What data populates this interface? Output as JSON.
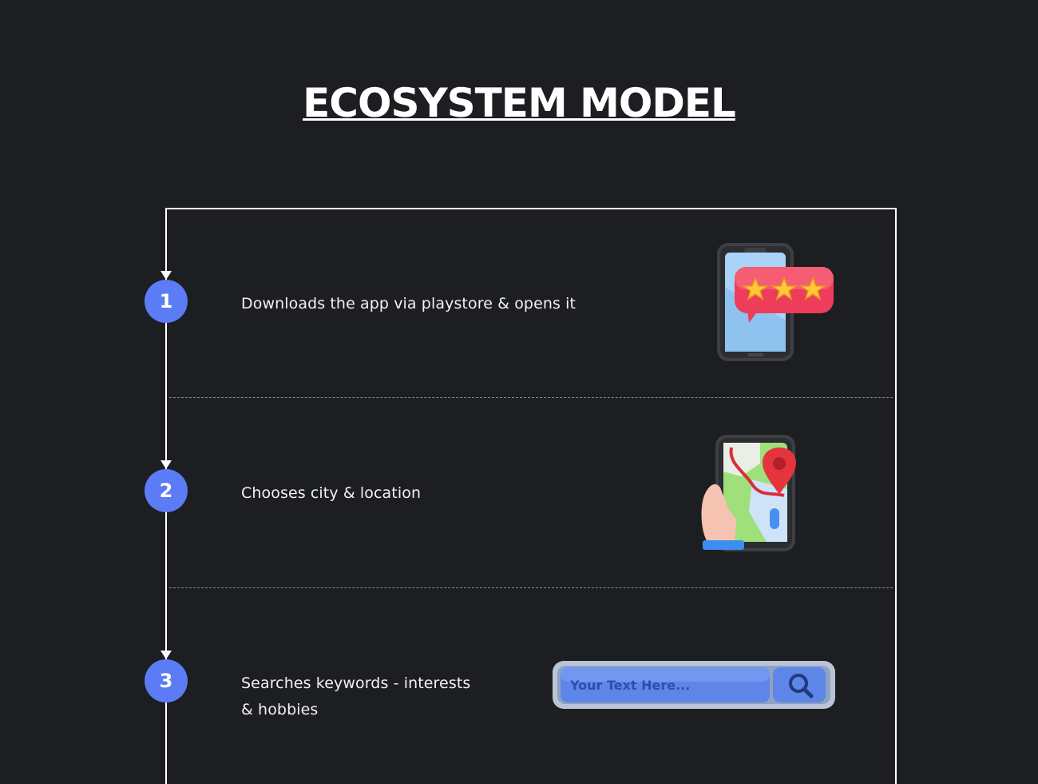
{
  "title": "ECOSYSTEM MODEL",
  "steps": [
    {
      "number": "1",
      "text": "Downloads the app via playstore & opens it",
      "icon": "phone-rating-icon"
    },
    {
      "number": "2",
      "text": "Chooses city & location",
      "icon": "phone-map-location-icon"
    },
    {
      "number": "3",
      "text": "Searches keywords - interests",
      "text_line2": "& hobbies",
      "icon": "search-bar-icon"
    }
  ],
  "search_placeholder": "Your Text Here...",
  "colors": {
    "background": "#1c1e21",
    "step_circle": "#5b7cf5",
    "line": "#ffffff"
  }
}
